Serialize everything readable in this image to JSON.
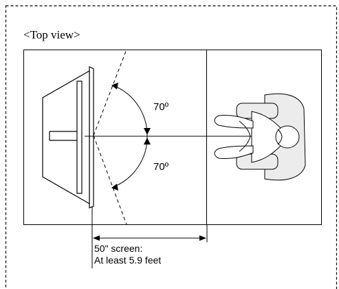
{
  "view_label": "<Top view>",
  "angles": {
    "upper": "70º",
    "lower": "70º"
  },
  "distance": {
    "line1": "50\" screen:",
    "line2": "At least 5.9 feet"
  },
  "icons": {
    "tv": "tv-top-view-icon",
    "person": "seated-person-top-view-icon"
  }
}
